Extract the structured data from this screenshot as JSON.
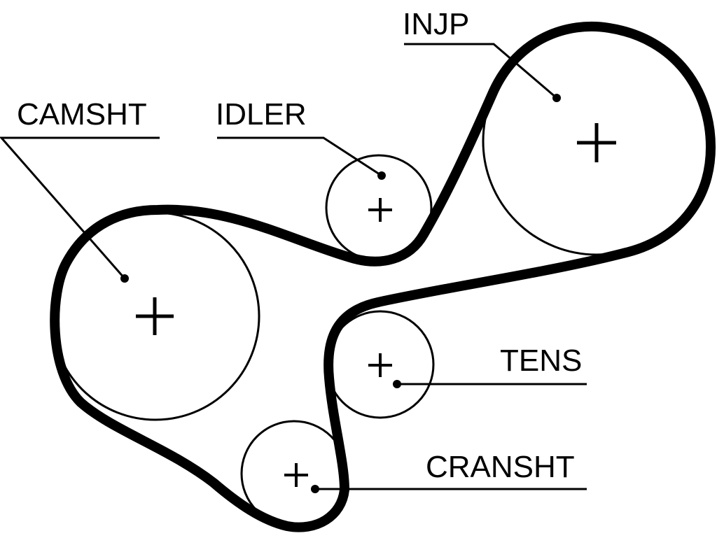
{
  "labels": {
    "camshaft": "CAMSHT",
    "idler": "IDLER",
    "injection_pump": "INJP",
    "tensioner": "TENS",
    "crankshaft": "CRANSHT"
  }
}
